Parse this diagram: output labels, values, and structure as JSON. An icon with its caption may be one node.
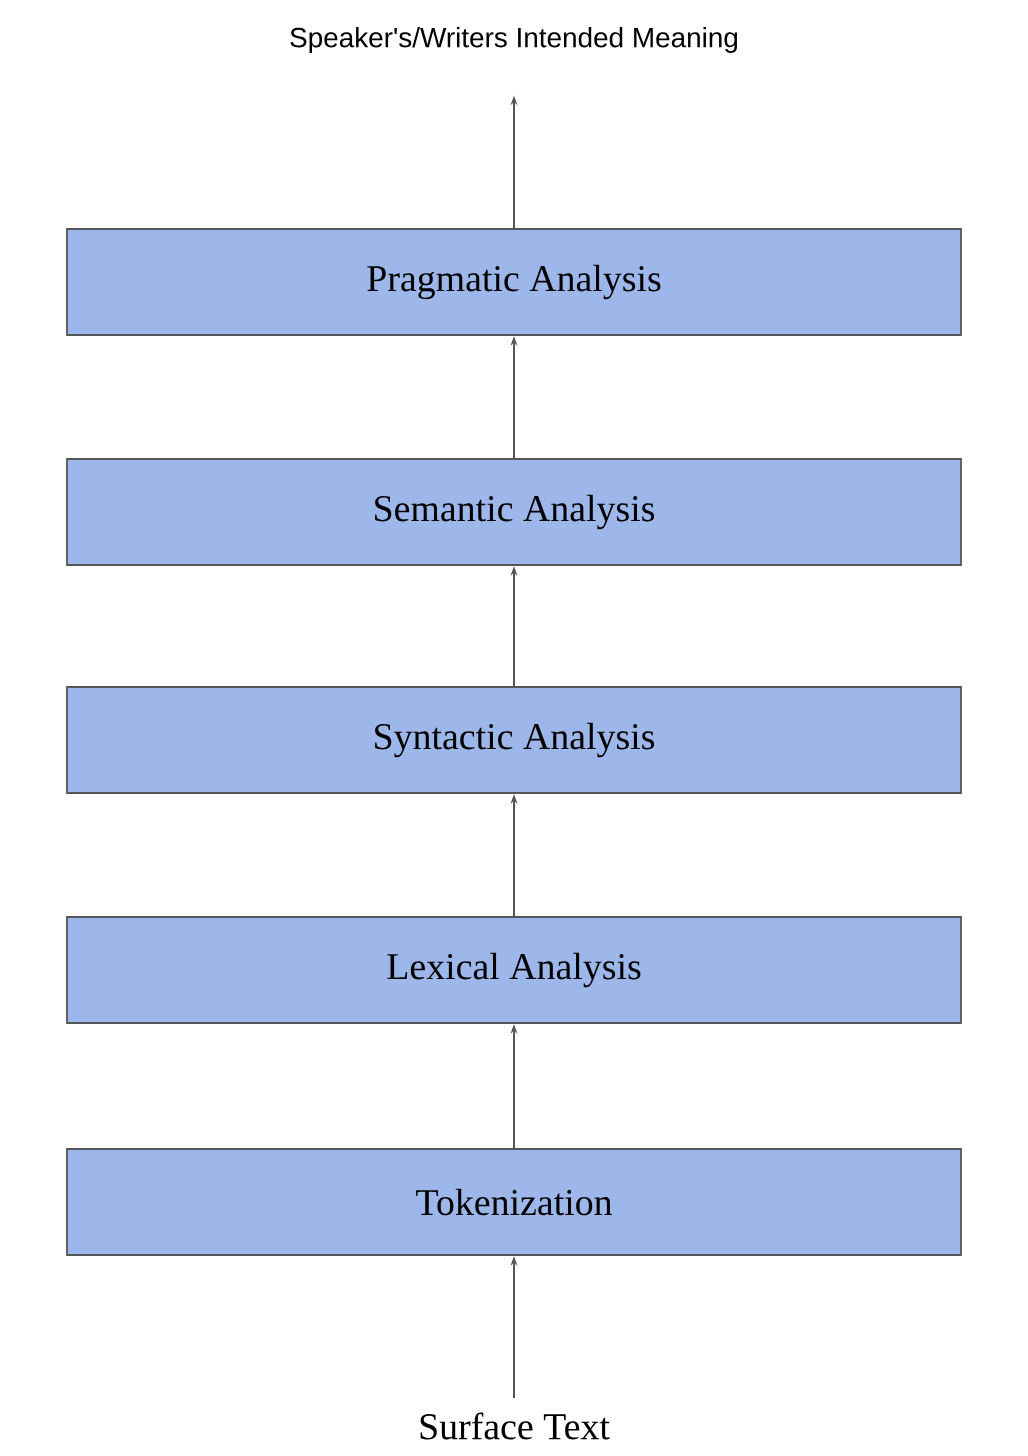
{
  "diagram": {
    "nodes": [
      {
        "text": [
          "Speaker's/Writers Intended Meaning"
        ]
      },
      {
        "text": [
          "Pragmatic Analysis"
        ]
      },
      {
        "text": [
          "Semantic Analysis"
        ]
      },
      {
        "text": [
          "Syntactic Analysis"
        ]
      },
      {
        "text": [
          "Lexical Analysis"
        ]
      },
      {
        "text": [
          "Tokenization"
        ]
      },
      {
        "text": [
          "Surface Text"
        ]
      }
    ],
    "edges": [
      {
        "from": 6,
        "to": 5,
        "arrow": "to"
      },
      {
        "from": 5,
        "to": 4,
        "arrow": "to"
      },
      {
        "from": 4,
        "to": 3,
        "arrow": "to"
      },
      {
        "from": 3,
        "to": 2,
        "arrow": "to"
      },
      {
        "from": 2,
        "to": 1,
        "arrow": "to"
      },
      {
        "from": 1,
        "to": 0,
        "arrow": "to"
      }
    ]
  }
}
